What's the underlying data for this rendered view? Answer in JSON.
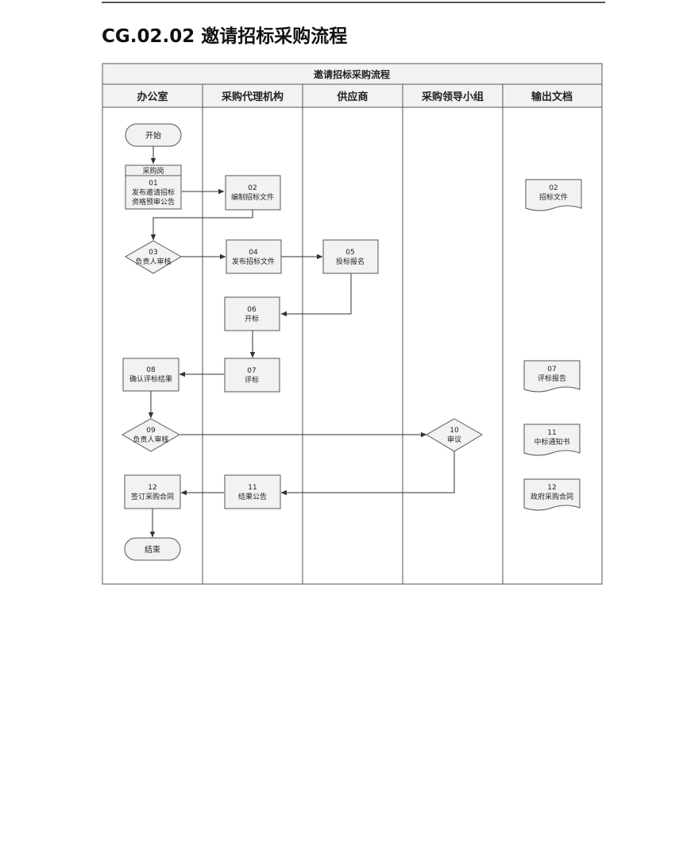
{
  "page": {
    "title": "CG.02.02 邀请招标采购流程"
  },
  "diagram": {
    "title": "邀请招标采购流程",
    "lanes": [
      "办公室",
      "采购代理机构",
      "供应商",
      "采购领导小组",
      "输出文档"
    ],
    "nodes": {
      "start": {
        "text": "开始"
      },
      "n01": {
        "tag": "采购岗",
        "num": "01",
        "line1": "发布邀请招标",
        "line2": "资格预审公告"
      },
      "n02": {
        "num": "02",
        "label": "编制招标文件"
      },
      "n03": {
        "num": "03",
        "label": "负责人审核"
      },
      "n04": {
        "num": "04",
        "label": "发布招标文件"
      },
      "n05": {
        "num": "05",
        "label": "投标报名"
      },
      "n06": {
        "num": "06",
        "label": "开标"
      },
      "n07": {
        "num": "07",
        "label": "评标"
      },
      "n08": {
        "num": "08",
        "label": "确认评标结果"
      },
      "n09": {
        "num": "09",
        "label": "负责人审核"
      },
      "n10": {
        "num": "10",
        "label": "审议"
      },
      "n11": {
        "num": "11",
        "label": "结果公告"
      },
      "n12": {
        "num": "12",
        "label": "签订采购合同"
      },
      "end": {
        "text": "结束"
      }
    },
    "documents": [
      {
        "num": "02",
        "label": "招标文件"
      },
      {
        "num": "07",
        "label": "评标报告"
      },
      {
        "num": "11",
        "label": "中标通知书"
      },
      {
        "num": "12",
        "label": "政府采购合同"
      }
    ]
  }
}
